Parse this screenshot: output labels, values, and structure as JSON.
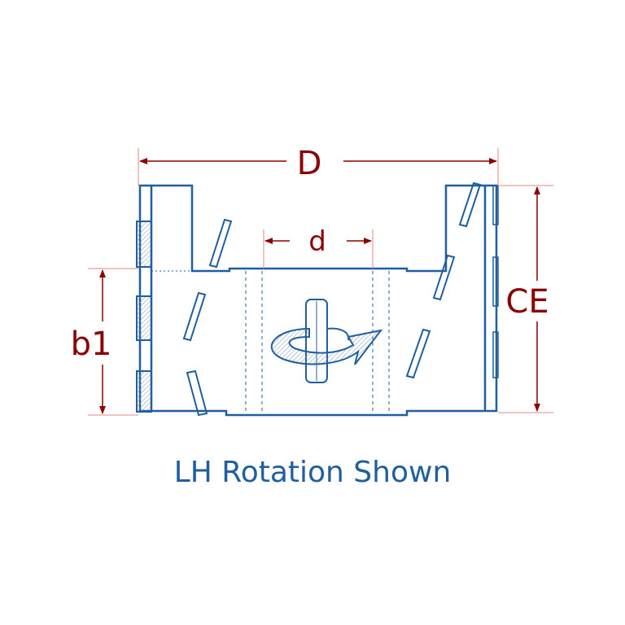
{
  "labels": {
    "D": "D",
    "d": "d",
    "b1": "b1",
    "CE": "CE"
  },
  "caption": "LH Rotation Shown",
  "colors": {
    "outline": "#1f5fa0",
    "dimension": "#8b0000",
    "extension": "#e08a8a",
    "hatch": "#7a93b8"
  }
}
